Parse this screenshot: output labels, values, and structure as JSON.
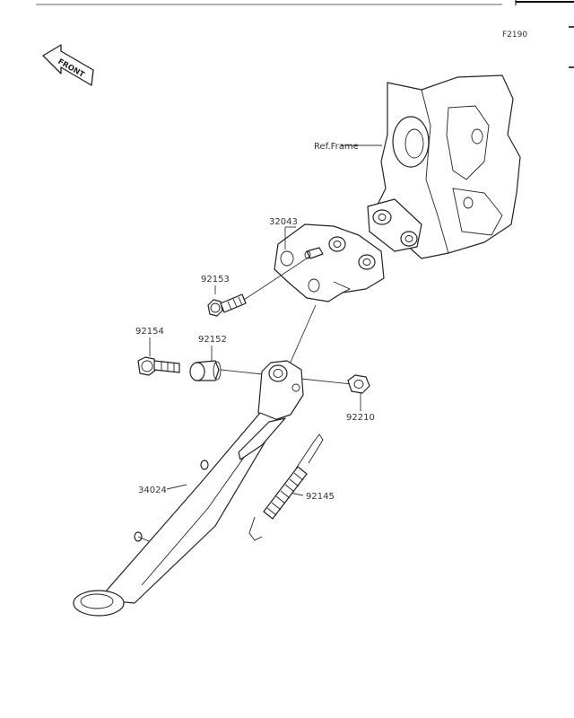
{
  "figure_code": "F2190",
  "front_label": "FRONT",
  "ref_frame_label": "Ref.Frame",
  "parts": [
    {
      "number": "32043"
    },
    {
      "number": "92153"
    },
    {
      "number": "92154"
    },
    {
      "number": "92152"
    },
    {
      "number": "92210"
    },
    {
      "number": "34024"
    },
    {
      "number": "92145"
    }
  ]
}
